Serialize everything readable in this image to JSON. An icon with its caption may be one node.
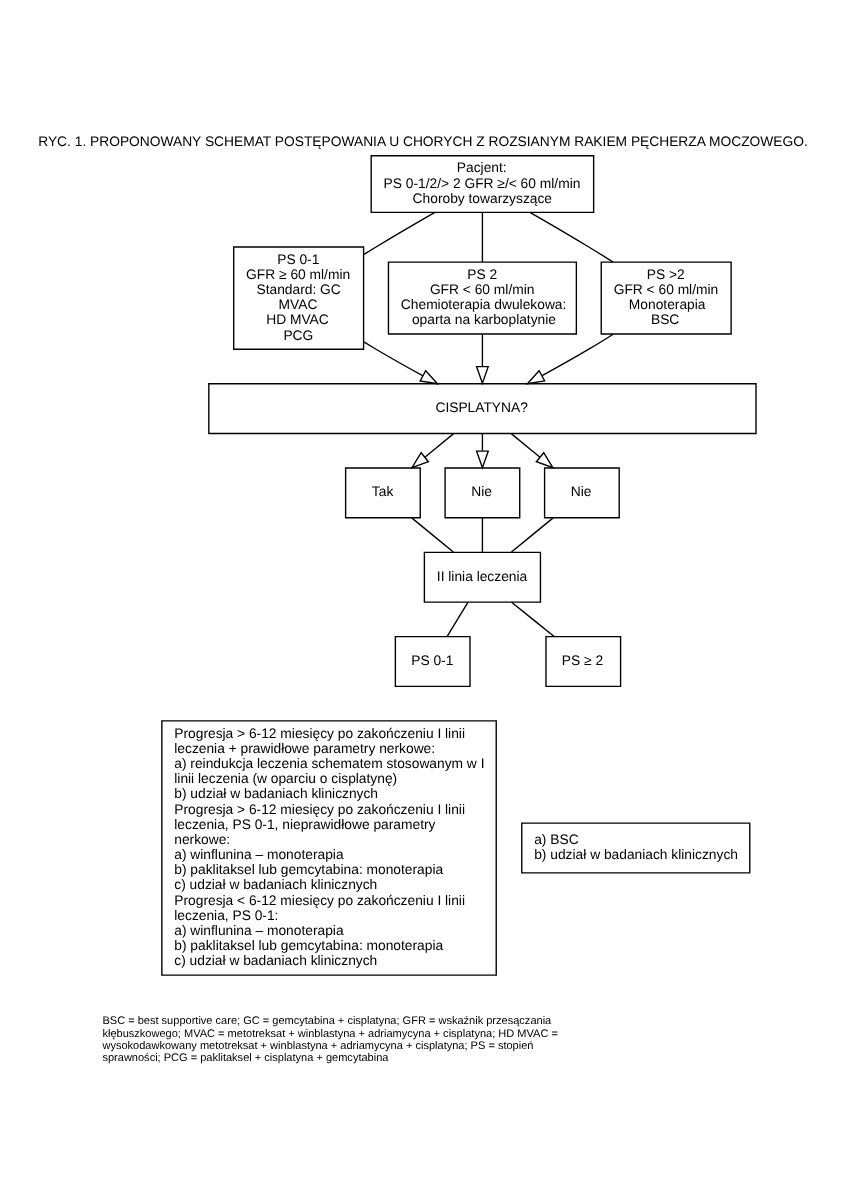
{
  "diagram": {
    "title": "RYC. 1. PROPONOWANY SCHEMAT POSTĘPOWANIA U CHORYCH Z ROZSIANYM RAKIEM PĘCHERZA MOCZOWEGO.",
    "caption": "BSC = best supportive care; GC = gemcytabina + cisplatyna; GFR = wskaźnik przesączania kłębuszkowego; MVAC = metotreksat + winblastyna + adriamycyna + cisplatyna; HD MVAC = wysokodawkowany metotreksat + winblastyna + adriamycyna + cisplatyna; PS = stopień sprawności; PCG = paklitaksel + cisplatyna + gemcytabina",
    "nodes": [
      {
        "text": [
          "Pacjent:",
          "PS 0-1/2/> 2 GFR ≥/< 60 ml/min",
          "Choroby towarzyszące"
        ]
      },
      {
        "text": [
          "PS 0-1",
          "GFR ≥ 60 ml/min",
          "Standard: GC",
          "MVAC",
          "HD MVAC",
          "PCG"
        ]
      },
      {
        "text": [
          "PS 2",
          "GFR < 60 ml/min",
          "Chemioterapia dwulekowa: oparta na karboplatynie"
        ]
      },
      {
        "text": [
          "PS >2",
          "GFR < 60 ml/min",
          "Monoterapia",
          "BSC"
        ]
      },
      {
        "text": [
          "CISPLATYNA?"
        ]
      },
      {
        "text": [
          "Tak"
        ]
      },
      {
        "text": [
          "Nie"
        ]
      },
      {
        "text": [
          "Nie"
        ]
      },
      {
        "text": [
          "II linia leczenia"
        ]
      },
      {
        "text": [
          "PS 0-1"
        ]
      },
      {
        "text": [
          "PS ≥ 2"
        ]
      },
      {
        "text": [
          "Progresja > 6-12 miesięcy po zakończeniu I linii leczenia + prawidłowe parametry nerkowe:",
          "a) reindukcja leczenia schematem stosowanym w I linii leczenia (w oparciu o cisplatynę)",
          "b) udział w badaniach klinicznych",
          "Progresja > 6-12 miesięcy po zakończeniu I linii leczenia, PS 0-1, nieprawidłowe parametry nerkowe:",
          "a) winflunina – monoterapia",
          "b) paklitaksel lub gemcytabina: monoterapia",
          "c) udział w badaniach klinicznych",
          "Progresja < 6-12 miesięcy po zakończeniu I linii leczenia, PS 0-1:",
          "a) winflunina – monoterapia",
          "b) paklitaksel lub gemcytabina: monoterapia",
          "c) udział w badaniach klinicznych"
        ]
      },
      {
        "text": [
          "a) BSC",
          "b) udział w badaniach klinicznych"
        ]
      }
    ],
    "edges": [
      {
        "from": 0,
        "to": 1,
        "arrow": "none"
      },
      {
        "from": 0,
        "to": 2,
        "arrow": "none"
      },
      {
        "from": 0,
        "to": 3,
        "arrow": "none"
      },
      {
        "from": 1,
        "to": 4,
        "arrow": "to"
      },
      {
        "from": 2,
        "to": 4,
        "arrow": "to"
      },
      {
        "from": 3,
        "to": 4,
        "arrow": "to"
      },
      {
        "from": 4,
        "to": 5,
        "arrow": "to"
      },
      {
        "from": 4,
        "to": 6,
        "arrow": "to"
      },
      {
        "from": 4,
        "to": 7,
        "arrow": "to"
      },
      {
        "from": 5,
        "to": 8,
        "arrow": "none"
      },
      {
        "from": 6,
        "to": 8,
        "arrow": "none"
      },
      {
        "from": 7,
        "to": 8,
        "arrow": "none"
      },
      {
        "from": 8,
        "to": 9,
        "arrow": "none"
      },
      {
        "from": 8,
        "to": 10,
        "arrow": "none"
      }
    ]
  }
}
